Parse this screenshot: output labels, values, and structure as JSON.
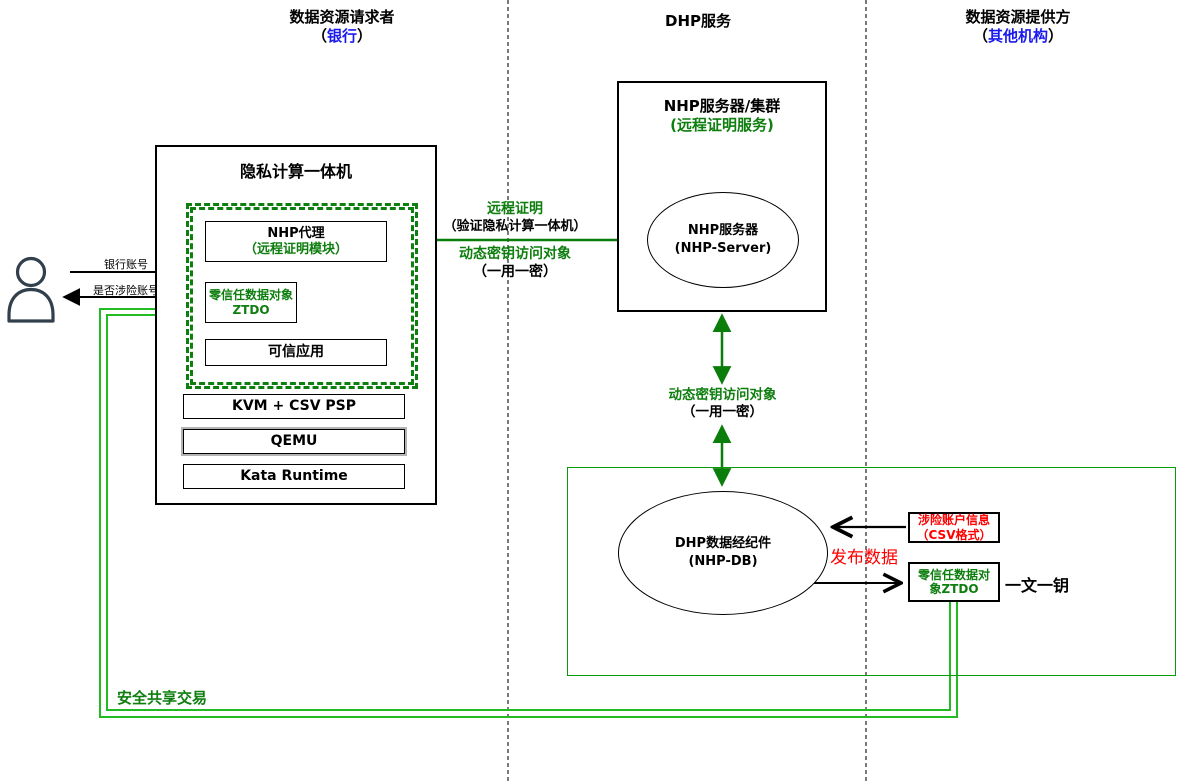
{
  "punct": {
    "paren_l": "（",
    "paren_r": "）"
  },
  "columns": {
    "requester": {
      "title": "数据资源请求者",
      "org": "银行"
    },
    "dhp": {
      "title": "DHP服务"
    },
    "provider": {
      "title": "数据资源提供方",
      "org": "其他机构"
    }
  },
  "actor": {
    "icon": "user-icon",
    "send_label": "银行账号",
    "recv_label": "是否涉险账号"
  },
  "machine": {
    "title": "隐私计算一体机",
    "nhp_agent_line1": "NHP代理",
    "nhp_agent_line2": "（远程证明模块）",
    "ztdo_label": "零信任数据对象ZTDO",
    "trusted_app": "可信应用",
    "kvm": "KVM + CSV PSP",
    "qemu": "QEMU",
    "kata": "Kata Runtime"
  },
  "nhp_cluster": {
    "title": "NHP服务器/集群",
    "subtitle": "(远程证明服务)",
    "server_line1": "NHP服务器",
    "server_line2": "(NHP-Server)"
  },
  "attestation_arrow": {
    "line1": "远程证明",
    "line2": "（验证隐私计算一体机）",
    "line3": "动态密钥访问对象",
    "line4": "（一用一密）"
  },
  "key_arrow": {
    "line1": "动态密钥访问对象",
    "line2": "（一用一密）"
  },
  "provider_zone": {
    "broker_line1": "DHP数据经纪件",
    "broker_line2": "(NHP-DB)",
    "risk_line1": "涉险账户信息",
    "risk_line2": "（CSV格式）",
    "publish_label": "发布数据",
    "ztdo_label": "零信任数据对象ZTDO",
    "key_note": "一文一钥"
  },
  "footer": {
    "secure_share": "安全共享交易"
  },
  "colors": {
    "green_dark_text": "#0e7e0e",
    "green_arrow": "#0a7d0a",
    "green_bright_line": "#22bb22",
    "green_container_border": "#089b08",
    "red": "#ff0000",
    "blue": "#1a1aee",
    "black": "#000000"
  }
}
